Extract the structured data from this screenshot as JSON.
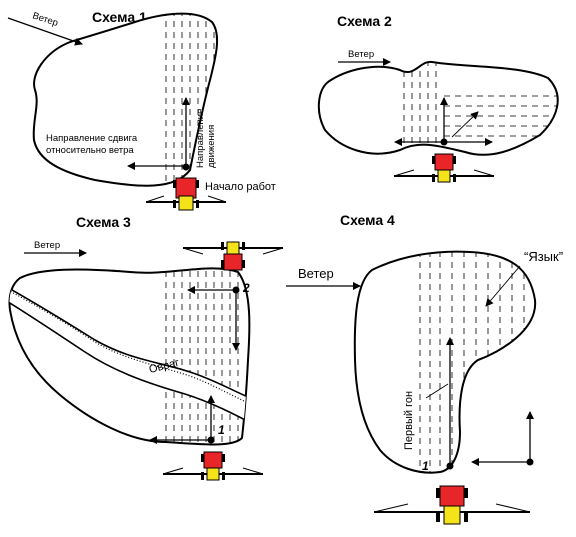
{
  "diagrams": {
    "s1": {
      "title": "Схема 1",
      "wind": "Ветер",
      "shift_dir": "Направление сдвига\nотносительно ветра",
      "move_dir": "Направление\nдвижения",
      "start": "Начало работ"
    },
    "s2": {
      "title": "Схема 2",
      "wind": "Ветер"
    },
    "s3": {
      "title": "Схема 3",
      "wind": "Ветер",
      "ravine": "Овраг",
      "point1": "1",
      "point2": "2"
    },
    "s4": {
      "title": "Схема 4",
      "wind": "Ветер",
      "tongue": "“Язык”",
      "first_pass": "Первый гон",
      "point1": "1"
    }
  },
  "colors": {
    "tractor_body": "#e8262a",
    "tractor_cab": "#f4e21a",
    "line": "#000000"
  }
}
